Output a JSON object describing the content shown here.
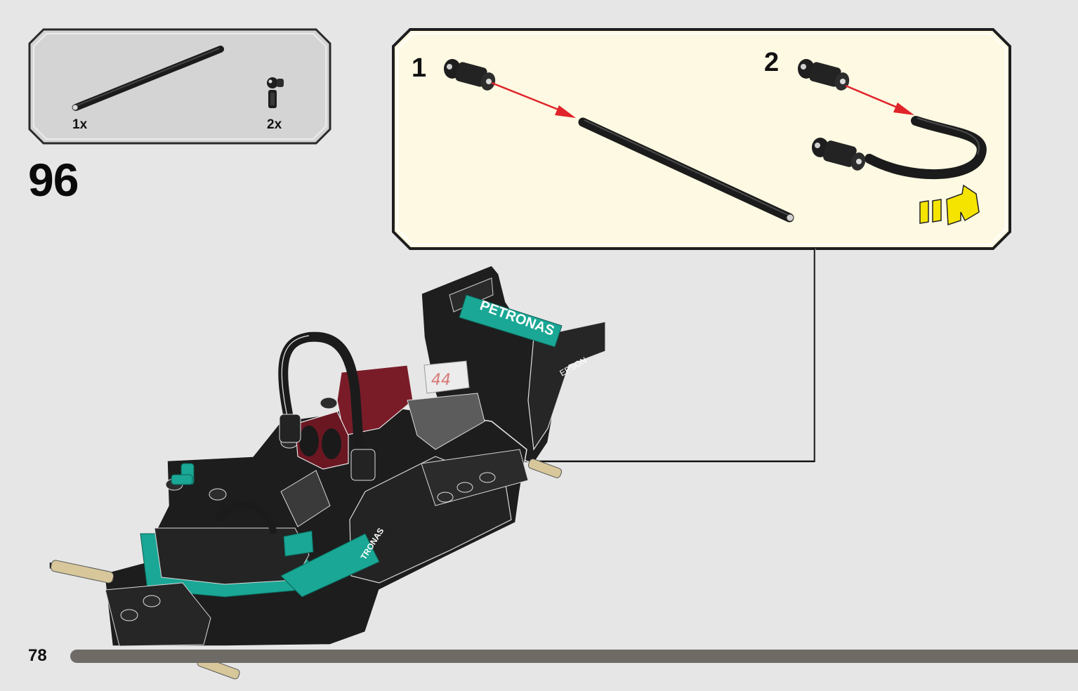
{
  "parts_list": {
    "items": [
      {
        "name": "black-flexible-axle",
        "quantity": "1x"
      },
      {
        "name": "black-pin-connector",
        "quantity": "2x"
      }
    ]
  },
  "step": {
    "number": "96"
  },
  "sub_steps": [
    {
      "number": "1"
    },
    {
      "number": "2"
    }
  ],
  "model": {
    "sponsor_text_front": "PETRONAS",
    "sponsor_text_side": "EPSON",
    "sponsor_text_body": "TRONAS"
  },
  "colors": {
    "page_background": "#e6e6e6",
    "parts_box_fill": "#d4d4d4",
    "sub_box_fill": "#fdf9e2",
    "arrow_red": "#e0242a",
    "rotate_arrow_yellow": "#f5e400",
    "teal": "#1aa795",
    "maroon": "#7a1c28",
    "progress_bar": "#6e6b66"
  },
  "footer": {
    "page_number": "78"
  }
}
